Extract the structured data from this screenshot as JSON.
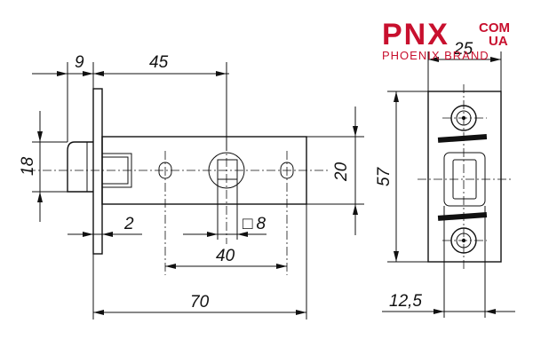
{
  "logo": {
    "main": "PNX",
    "com": "COM",
    "ua": "UA",
    "tagline": "PHOENIX BRAND",
    "color": "#c8102e"
  },
  "dimensions": {
    "faceplate_offset": "9",
    "backset": "45",
    "latch_height": "18",
    "body_height": "20",
    "faceplate_thickness": "2",
    "spindle_square": "8",
    "spindle_symbol": "□",
    "hole_spacing": "40",
    "total_length": "70",
    "strike_width": "25",
    "strike_height": "57",
    "strike_offset": "12,5"
  }
}
